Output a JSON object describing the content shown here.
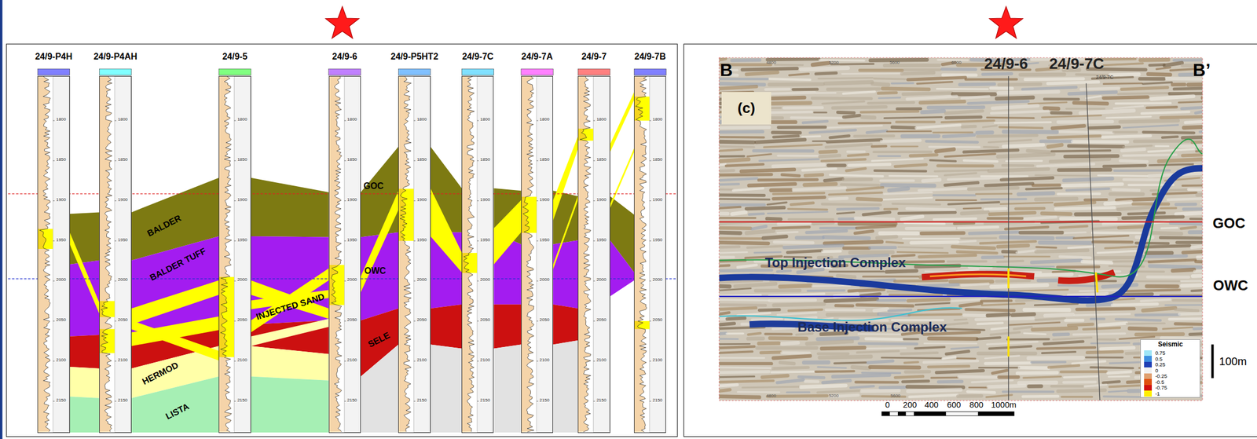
{
  "diagram": {
    "nodes": [
      {
        "text": [
          "24/9-P4H"
        ]
      },
      {
        "text": [
          "24/9-P4AH"
        ]
      },
      {
        "text": [
          "24/9-5"
        ]
      },
      {
        "text": [
          "24/9-6"
        ]
      },
      {
        "text": [
          "24/9-P5HT2"
        ]
      },
      {
        "text": [
          "24/9-7C"
        ]
      },
      {
        "text": [
          "24/9-7A"
        ]
      },
      {
        "text": [
          "24/9-7"
        ]
      },
      {
        "text": [
          "24/9-7B"
        ]
      },
      {
        "text": [
          "(c)"
        ]
      }
    ],
    "labels": [
      "1800",
      "1850",
      "1900",
      "1950",
      "2000",
      "2050",
      "2100",
      "2150",
      "1800",
      "1850",
      "1900",
      "1950",
      "2000",
      "2050",
      "2100",
      "2150",
      "1800",
      "1850",
      "1900",
      "1950",
      "2000",
      "2050",
      "2100",
      "2150",
      "1800",
      "1850",
      "1900",
      "1950",
      "2000",
      "2050",
      "2100",
      "2150",
      "1800",
      "1850",
      "1900",
      "1950",
      "2000",
      "2050",
      "2100",
      "2150",
      "1800",
      "1850",
      "1900",
      "1950",
      "2000",
      "2050",
      "2100",
      "2150",
      "1800",
      "1850",
      "1900",
      "1950",
      "2000",
      "2050",
      "2100",
      "2150",
      "1800",
      "1850",
      "1900",
      "1950",
      "2000",
      "2050",
      "2100",
      "2150",
      "1800",
      "1850",
      "1900",
      "1950",
      "2000",
      "2050",
      "2100",
      "2150",
      "BALDER",
      "BALDER TUFF",
      "INJECTED SAND",
      "HERMOD",
      "LISTA",
      "SELE",
      "GOC",
      "OWC",
      "B",
      "B’",
      "24/9-6",
      "24/9-7C",
      "24/9-7C",
      "Top Injection Complex",
      "Base Injection Complex",
      "GOC",
      "OWC",
      "Seismic",
      "100m",
      "0",
      "200",
      "400",
      "600",
      "800",
      "1000m",
      "4800",
      "5200",
      "5600",
      "6000",
      "4800",
      "5200",
      "5600"
    ],
    "legend": [
      {
        "text": "0.75",
        "color": "#9ee6f7"
      },
      {
        "text": "0.5",
        "color": "#3d8fe0"
      },
      {
        "text": "0.25",
        "color": "#1f3fb5"
      },
      {
        "text": "0",
        "color": "#f0f0f0"
      },
      {
        "text": "-0.25",
        "color": "#e0a070"
      },
      {
        "text": "-0.5",
        "color": "#e05010"
      },
      {
        "text": "-0.75",
        "color": "#d01010"
      },
      {
        "text": "-1",
        "color": "#ffee00"
      }
    ]
  }
}
